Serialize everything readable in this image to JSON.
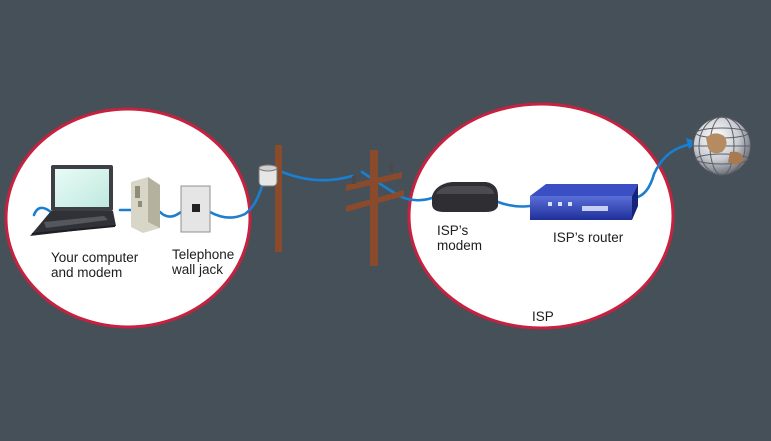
{
  "labels": {
    "computer": "Your computer\nand modem",
    "wall_jack": "Telephone\nwall jack",
    "isp_modem": "ISP’s\nmodem",
    "isp_router": "ISP’s router",
    "isp": "ISP"
  },
  "colors": {
    "background": "#455059",
    "circle_fill": "#ffffff",
    "circle_border": "#c8213f",
    "cable": "#1a7fd0",
    "pole": "#8a4a2c"
  },
  "icons": [
    "laptop-icon",
    "modem-icon",
    "wall-jack-icon",
    "utility-pole-icon",
    "isp-modem-icon",
    "router-icon",
    "globe-icon"
  ]
}
